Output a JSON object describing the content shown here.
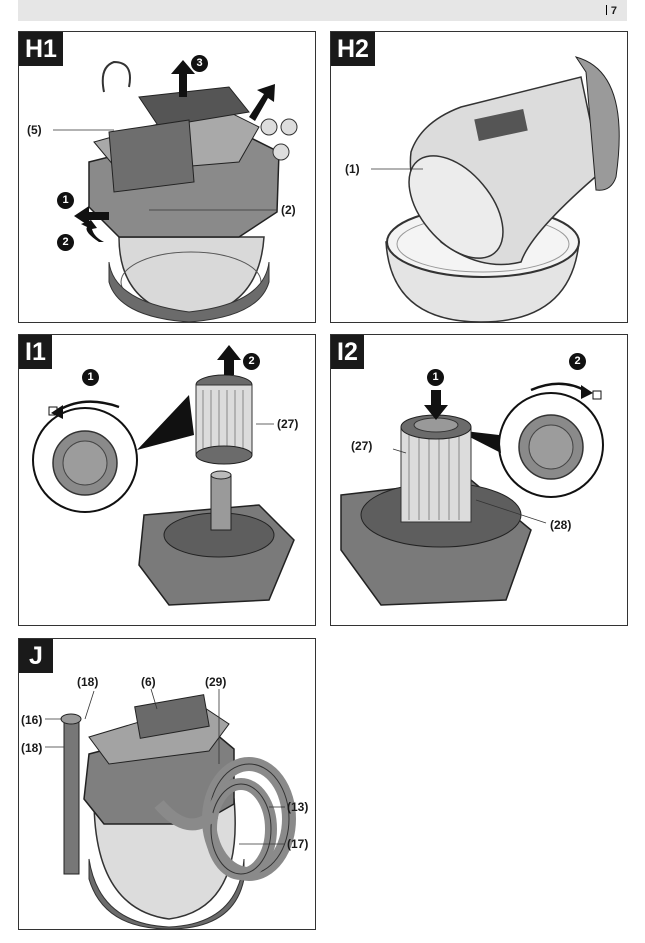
{
  "page_number": "7",
  "figures": {
    "H1": {
      "badge": "H1",
      "callouts": {
        "c5": "(5)",
        "c2": "(2)"
      },
      "steps": {
        "s1": "1",
        "s2": "2",
        "s3": "3"
      }
    },
    "H2": {
      "badge": "H2",
      "callouts": {
        "c1": "(1)"
      }
    },
    "I1": {
      "badge": "I1",
      "callouts": {
        "c27": "(27)"
      },
      "steps": {
        "s1": "1",
        "s2": "2"
      }
    },
    "I2": {
      "badge": "I2",
      "callouts": {
        "c27": "(27)",
        "c28": "(28)"
      },
      "steps": {
        "s1": "1",
        "s2": "2"
      }
    },
    "J": {
      "badge": "J",
      "callouts": {
        "c18a": "(18)",
        "c6": "(6)",
        "c29": "(29)",
        "c16": "(16)",
        "c18b": "(18)",
        "c13": "(13)",
        "c17": "(17)"
      }
    }
  }
}
